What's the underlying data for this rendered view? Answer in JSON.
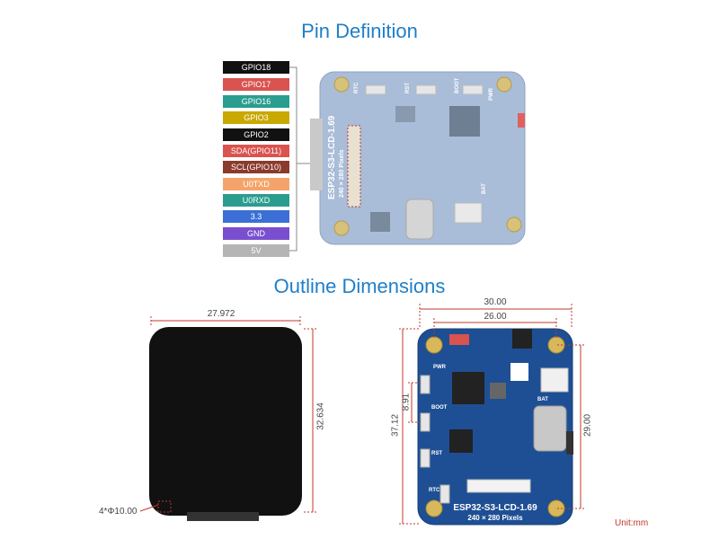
{
  "headings": {
    "pin_definition": "Pin Definition",
    "outline_dimensions": "Outline Dimensions"
  },
  "pins": [
    {
      "label": "GPIO18",
      "bg": "#111111",
      "fg": "#ffffff"
    },
    {
      "label": "GPIO17",
      "bg": "#d9534f",
      "fg": "#ffffff"
    },
    {
      "label": "GPIO16",
      "bg": "#2a9d8f",
      "fg": "#ffffff"
    },
    {
      "label": "GPIO3",
      "bg": "#c9a800",
      "fg": "#ffffff"
    },
    {
      "label": "GPIO2",
      "bg": "#111111",
      "fg": "#ffffff"
    },
    {
      "label": "SDA(GPIO11)",
      "bg": "#d9534f",
      "fg": "#ffffff"
    },
    {
      "label": "SCL(GPIO10)",
      "bg": "#8b3a2b",
      "fg": "#ffffff"
    },
    {
      "label": "U0TXD",
      "bg": "#f4a46a",
      "fg": "#ffffff"
    },
    {
      "label": "U0RXD",
      "bg": "#2a9d8f",
      "fg": "#ffffff"
    },
    {
      "label": "3.3",
      "bg": "#3b6fd6",
      "fg": "#ffffff"
    },
    {
      "label": "GND",
      "bg": "#7a4fcf",
      "fg": "#ffffff"
    },
    {
      "label": "5V",
      "bg": "#b5b5b5",
      "fg": "#ffffff"
    }
  ],
  "top_board": {
    "silk_name": "ESP32-S3-LCD-1.69",
    "silk_pixels": "240 × 280 Pixels",
    "btn_rtc": "RTC",
    "btn_rst": "RST",
    "btn_boot": "BOOT",
    "btn_pwr": "PWR",
    "bat": "BAT"
  },
  "lcd_dims": {
    "width": "27.972",
    "height": "32.634",
    "holes": "4*Φ10.00"
  },
  "board_dims": {
    "outer_width": "30.00",
    "inner_width": "26.00",
    "outer_height": "37.12",
    "button_height": "8.91",
    "inner_height": "29.00"
  },
  "bottom_board": {
    "silk_name": "ESP32-S3-LCD-1.69",
    "silk_pixels": "240 × 280 Pixels",
    "btn_pwr": "PWR",
    "btn_boot": "BOOT",
    "btn_rst": "RST",
    "btn_rtc": "RTC",
    "bat": "BAT"
  },
  "unit": "Unit:mm",
  "colors": {
    "heading": "#1f7fc8",
    "pcb": "#1e4f94",
    "pcb_faded": "#9fb4d3",
    "dimension": "#c0392b"
  }
}
